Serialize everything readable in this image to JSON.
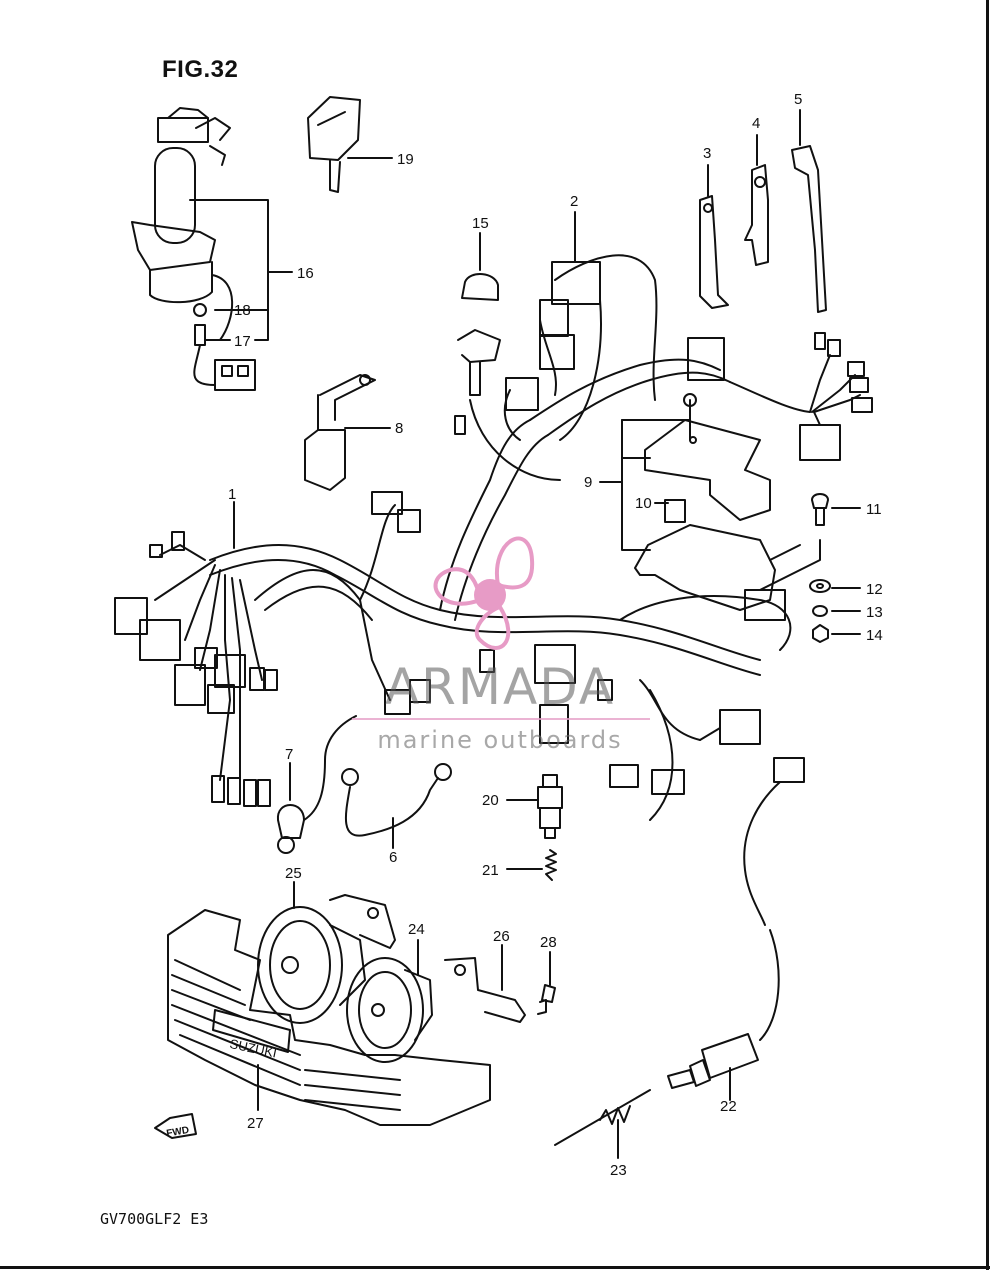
{
  "figure": {
    "title": "FIG.32",
    "model_code": "GV700GLF2  E3"
  },
  "watermark": {
    "brand": "ARMADA",
    "tagline": "marine outboards",
    "logo_color": "#e79bc6"
  },
  "callouts": {
    "c1": "1",
    "c2": "2",
    "c3": "3",
    "c4": "4",
    "c5": "5",
    "c6": "6",
    "c7": "7",
    "c8": "8",
    "c9": "9",
    "c10": "10",
    "c11": "11",
    "c12": "12",
    "c13": "13",
    "c14": "14",
    "c15": "15",
    "c16": "16",
    "c17": "17",
    "c18": "18",
    "c19": "19",
    "c20": "20",
    "c21": "21",
    "c22": "22",
    "c23": "23",
    "c24": "24",
    "c25": "25",
    "c26": "26",
    "c27": "27",
    "c28": "28"
  },
  "labels": {
    "fwd": "FWD",
    "suzuki": "SUZUKI"
  }
}
